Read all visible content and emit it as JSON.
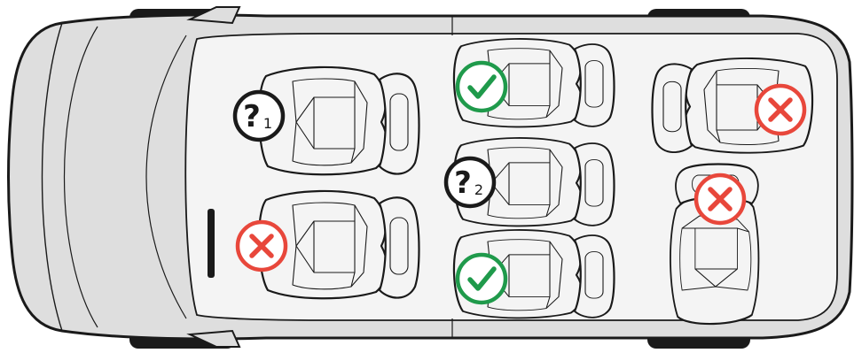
{
  "colors": {
    "body": "#dedede",
    "roof": "#f4f4f4",
    "outline": "#1a1a1a",
    "check": "#1f9a4b",
    "cross": "#e8473b",
    "question": "#1a1a1a"
  },
  "seats": [
    {
      "id": "front-passenger",
      "status": "question",
      "label": "1"
    },
    {
      "id": "front-driver",
      "status": "cross",
      "label": ""
    },
    {
      "id": "middle-left",
      "status": "check",
      "label": ""
    },
    {
      "id": "middle-center",
      "status": "question",
      "label": "2"
    },
    {
      "id": "middle-right",
      "status": "check",
      "label": ""
    },
    {
      "id": "rear-left",
      "status": "cross",
      "label": ""
    },
    {
      "id": "rear-right-fold",
      "status": "cross",
      "label": ""
    }
  ],
  "legend_icons": [
    "question-mark-icon",
    "check-icon",
    "cross-icon"
  ]
}
